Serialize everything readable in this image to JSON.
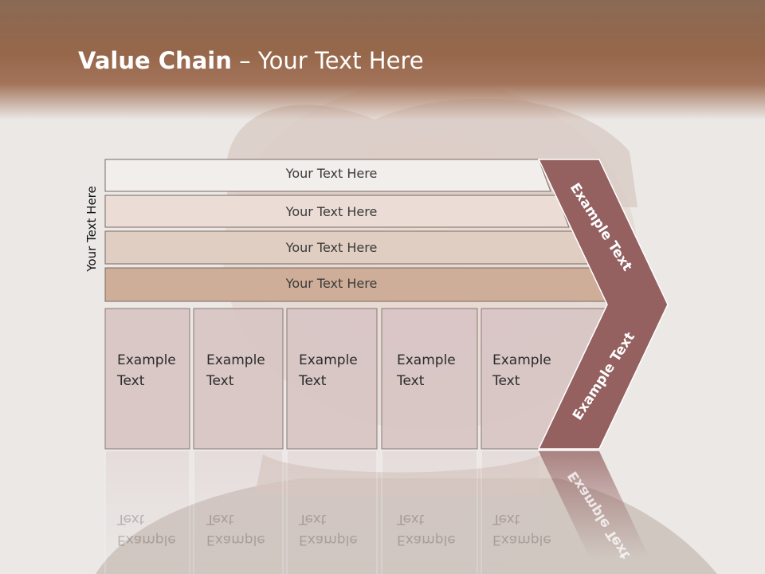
{
  "title": {
    "bold": "Value Chain",
    "rest": " – Your Text Here"
  },
  "side_label": "Your Text Here",
  "rows": [
    {
      "label": "Your Text Here",
      "color": "#f2eeeb"
    },
    {
      "label": "Your Text Here",
      "color": "#ebddd5"
    },
    {
      "label": "Your Text Here",
      "color": "#e0cec2"
    },
    {
      "label": "Your Text Here",
      "color": "#cfae99"
    }
  ],
  "columns": [
    {
      "line1": "Example",
      "line2": "Text"
    },
    {
      "line1": "Example",
      "line2": "Text"
    },
    {
      "line1": "Example",
      "line2": "Text"
    },
    {
      "line1": "Example",
      "line2": "Text"
    },
    {
      "line1": "Example",
      "line2": "Text"
    }
  ],
  "chevron": {
    "top": "Example Text",
    "bottom": "Example Text"
  },
  "colors": {
    "header": "#96674a",
    "chevron": "#946060",
    "column_fill": "#d8c4c4"
  }
}
